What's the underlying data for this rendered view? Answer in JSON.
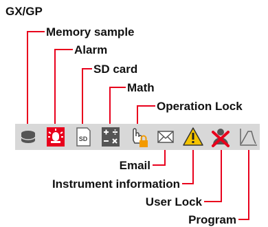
{
  "title": "GX/GP",
  "labels": {
    "memory_sample": "Memory sample",
    "alarm": "Alarm",
    "sd_card": "SD card",
    "math": "Math",
    "operation_lock": "Operation Lock",
    "email": "Email",
    "instrument_information": "Instrument information",
    "user_lock": "User Lock",
    "program": "Program"
  },
  "icons": [
    {
      "name": "memory-sample-icon"
    },
    {
      "name": "alarm-icon",
      "color": "#e8001c"
    },
    {
      "name": "sd-card-icon",
      "text": "SD"
    },
    {
      "name": "math-icon"
    },
    {
      "name": "operation-lock-icon",
      "color": "#f39a00"
    },
    {
      "name": "email-icon"
    },
    {
      "name": "instrument-information-icon",
      "color": "#f5c400"
    },
    {
      "name": "user-lock-icon",
      "color": "#e8001c"
    },
    {
      "name": "program-icon"
    }
  ],
  "colors": {
    "leader": "#e8001c",
    "bar": "#d8d8d8"
  }
}
